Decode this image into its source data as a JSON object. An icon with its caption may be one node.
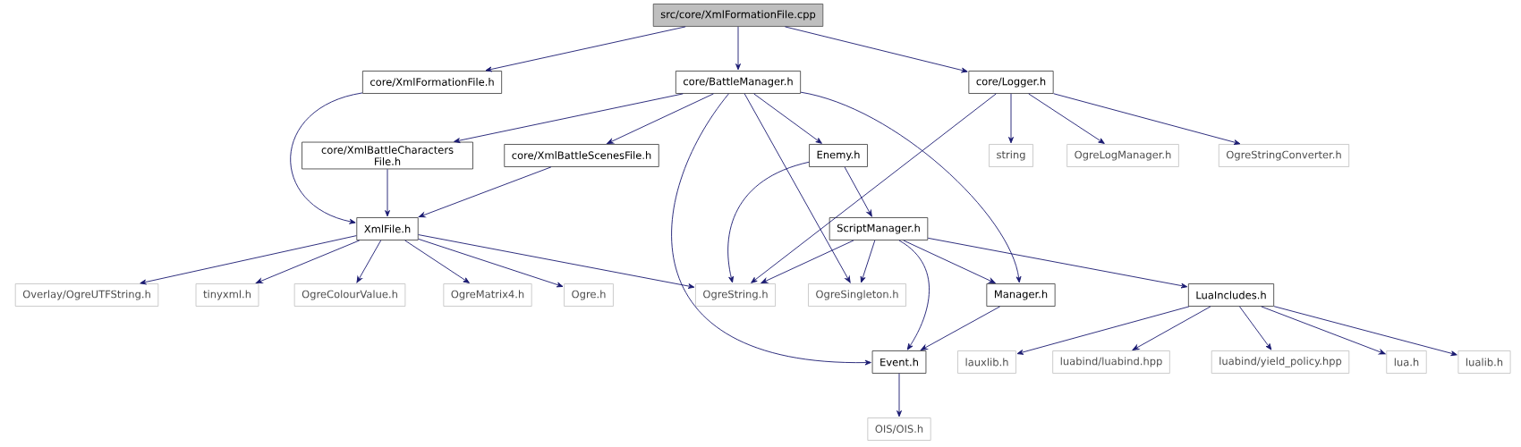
{
  "diagram": {
    "nodes": [
      {
        "text": [
          "src/core/XmlFormationFile.cpp"
        ]
      },
      {
        "text": [
          "core/XmlFormationFile.h"
        ]
      },
      {
        "text": [
          "core/BattleManager.h"
        ]
      },
      {
        "text": [
          "core/Logger.h"
        ]
      },
      {
        "text": [
          "core/XmlBattleCharacters File.h"
        ]
      },
      {
        "text": [
          "core/XmlBattleScenesFile.h"
        ]
      },
      {
        "text": [
          "Enemy.h"
        ]
      },
      {
        "text": [
          "string"
        ]
      },
      {
        "text": [
          "OgreLogManager.h"
        ]
      },
      {
        "text": [
          "OgreStringConverter.h"
        ]
      },
      {
        "text": [
          "XmlFile.h"
        ]
      },
      {
        "text": [
          "ScriptManager.h"
        ]
      },
      {
        "text": [
          "Overlay/OgreUTFString.h"
        ]
      },
      {
        "text": [
          "tinyxml.h"
        ]
      },
      {
        "text": [
          "OgreColourValue.h"
        ]
      },
      {
        "text": [
          "OgreMatrix4.h"
        ]
      },
      {
        "text": [
          "Ogre.h"
        ]
      },
      {
        "text": [
          "OgreString.h"
        ]
      },
      {
        "text": [
          "OgreSingleton.h"
        ]
      },
      {
        "text": [
          "Manager.h"
        ]
      },
      {
        "text": [
          "LuaIncludes.h"
        ]
      },
      {
        "text": [
          "Event.h"
        ]
      },
      {
        "text": [
          "lauxlib.h"
        ]
      },
      {
        "text": [
          "luabind/luabind.hpp"
        ]
      },
      {
        "text": [
          "luabind/yield_policy.hpp"
        ]
      },
      {
        "text": [
          "lua.h"
        ]
      },
      {
        "text": [
          "lualib.h"
        ]
      },
      {
        "text": [
          "OIS/OIS.h"
        ]
      }
    ],
    "edges": [
      {
        "from": 0,
        "to": 1,
        "arrow": "to"
      },
      {
        "from": 0,
        "to": 2,
        "arrow": "to"
      },
      {
        "from": 0,
        "to": 3,
        "arrow": "to"
      },
      {
        "from": 1,
        "to": 10,
        "arrow": "to"
      },
      {
        "from": 2,
        "to": 4,
        "arrow": "to"
      },
      {
        "from": 2,
        "to": 5,
        "arrow": "to"
      },
      {
        "from": 2,
        "to": 6,
        "arrow": "to"
      },
      {
        "from": 2,
        "to": 21,
        "arrow": "to"
      },
      {
        "from": 2,
        "to": 18,
        "arrow": "to"
      },
      {
        "from": 2,
        "to": 19,
        "arrow": "to"
      },
      {
        "from": 3,
        "to": 17,
        "arrow": "to"
      },
      {
        "from": 3,
        "to": 7,
        "arrow": "to"
      },
      {
        "from": 3,
        "to": 8,
        "arrow": "to"
      },
      {
        "from": 3,
        "to": 9,
        "arrow": "to"
      },
      {
        "from": 4,
        "to": 10,
        "arrow": "to"
      },
      {
        "from": 5,
        "to": 10,
        "arrow": "to"
      },
      {
        "from": 6,
        "to": 17,
        "arrow": "to"
      },
      {
        "from": 6,
        "to": 11,
        "arrow": "to"
      },
      {
        "from": 10,
        "to": 12,
        "arrow": "to"
      },
      {
        "from": 10,
        "to": 13,
        "arrow": "to"
      },
      {
        "from": 10,
        "to": 14,
        "arrow": "to"
      },
      {
        "from": 10,
        "to": 15,
        "arrow": "to"
      },
      {
        "from": 10,
        "to": 16,
        "arrow": "to"
      },
      {
        "from": 10,
        "to": 17,
        "arrow": "to"
      },
      {
        "from": 11,
        "to": 17,
        "arrow": "to"
      },
      {
        "from": 11,
        "to": 18,
        "arrow": "to"
      },
      {
        "from": 11,
        "to": 19,
        "arrow": "to"
      },
      {
        "from": 11,
        "to": 21,
        "arrow": "to"
      },
      {
        "from": 11,
        "to": 20,
        "arrow": "to"
      },
      {
        "from": 19,
        "to": 21,
        "arrow": "to"
      },
      {
        "from": 20,
        "to": 22,
        "arrow": "to"
      },
      {
        "from": 20,
        "to": 23,
        "arrow": "to"
      },
      {
        "from": 20,
        "to": 24,
        "arrow": "to"
      },
      {
        "from": 20,
        "to": 25,
        "arrow": "to"
      },
      {
        "from": 20,
        "to": 26,
        "arrow": "to"
      },
      {
        "from": 21,
        "to": 27,
        "arrow": "to"
      }
    ]
  }
}
